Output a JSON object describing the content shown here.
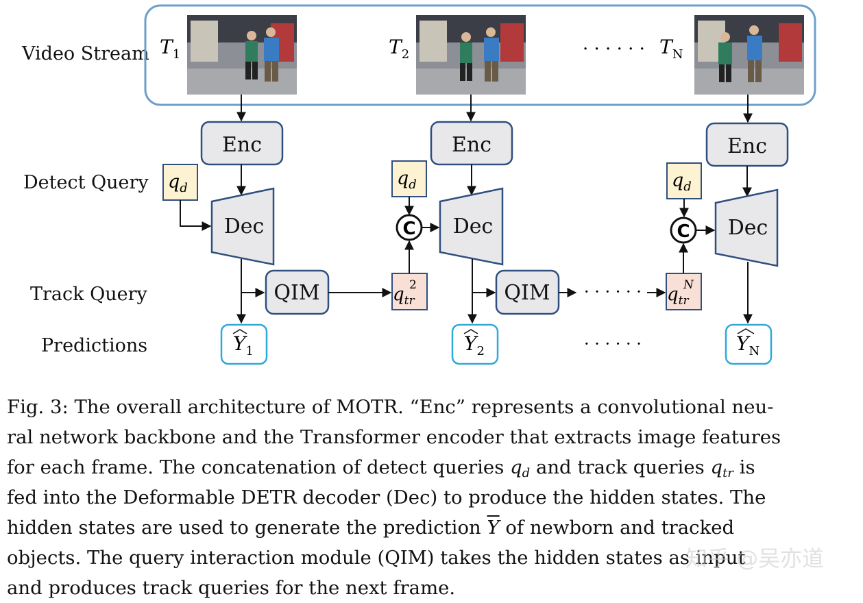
{
  "row_labels": {
    "video_stream": "Video Stream",
    "detect_query": "Detect Query",
    "track_query": "Track Query",
    "predictions": "Predictions"
  },
  "frames": [
    {
      "time_label": "T",
      "time_sub": "1",
      "pred_sub": "1"
    },
    {
      "time_label": "T",
      "time_sub": "2",
      "pred_sub": "2"
    },
    {
      "time_label": "T",
      "time_sub": "N",
      "pred_sub": "N"
    }
  ],
  "blocks": {
    "encoder": "Enc",
    "decoder": "Dec",
    "qim": "QIM",
    "concat": "C",
    "detect_query_symbol": "q",
    "detect_query_sub": "d",
    "track_query_symbol": "q",
    "track_query_sub": "tr",
    "track_query_supers": [
      "2",
      "N"
    ],
    "prediction_symbol": "Y",
    "ellipsis": "· · ·   · · ·"
  },
  "caption": {
    "lines": [
      "Fig. 3: The overall architecture of MOTR. “Enc” represents a convolutional neu-",
      "ral network backbone and the Transformer encoder that extracts image features",
      "for each frame. The concatenation of detect queries q_d and track queries q_tr is",
      "fed into the Deformable DETR decoder (Dec) to produce the hidden states. The",
      "hidden states are used to generate the prediction Ŷ of newborn and tracked",
      "objects. The query interaction module (QIM) takes the hidden states as input",
      "and produces track queries for the next frame."
    ],
    "l3_a": "for each frame. The concatenation of detect queries ",
    "l3_b": " and track queries ",
    "l3_c": " is",
    "l5_a": "hidden states are used to generate the prediction ",
    "l5_b": " of newborn and tracked"
  },
  "watermark": "知乎 @吴亦道",
  "colors": {
    "frame_border": "#6f9fc9",
    "block_fill": "#e8e8ea",
    "block_border": "#2f4f7f",
    "detect_query_fill": "#fdf3d2",
    "track_query_fill": "#f9e0d6",
    "pred_border": "#2fa9d9",
    "arrow": "#111111"
  }
}
